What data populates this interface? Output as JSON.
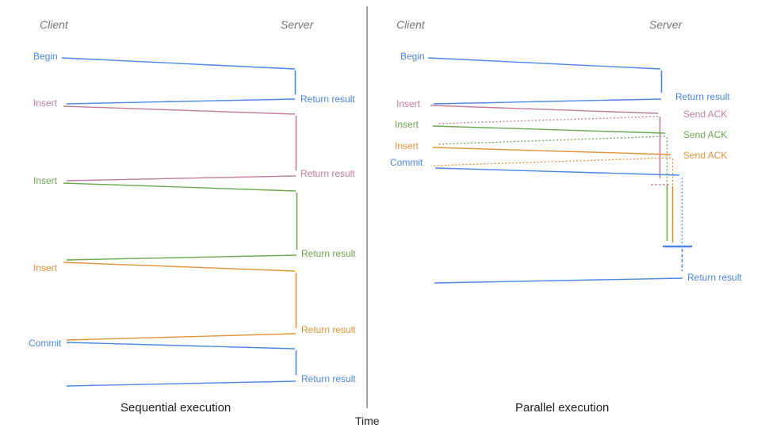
{
  "colors": {
    "blue": "#4a86e8",
    "magenta": "#c27ba0",
    "green": "#6aa84f",
    "orange": "#e69138",
    "gray": "#757575",
    "ink": "#1f1f1f",
    "axis": "#5f6368"
  },
  "diagram": {
    "time_axis": {
      "label": "Time"
    },
    "left": {
      "caption": "Sequential execution",
      "client_header": "Client",
      "server_header": "Server",
      "ops": [
        {
          "label": "Begin",
          "response": "Return result",
          "color": "blue"
        },
        {
          "label": "Insert",
          "response": "Return result",
          "color": "magenta"
        },
        {
          "label": "Insert",
          "response": "Return result",
          "color": "green"
        },
        {
          "label": "Insert",
          "response": "Return result",
          "color": "orange"
        },
        {
          "label": "Commit",
          "response": "Return result",
          "color": "blue"
        }
      ]
    },
    "right": {
      "caption": "Parallel execution",
      "client_header": "Client",
      "server_header": "Server",
      "ops": [
        {
          "label": "Begin",
          "response": "Return result",
          "color": "blue"
        },
        {
          "label": "Insert",
          "response": "Send ACK",
          "color": "magenta"
        },
        {
          "label": "Insert",
          "response": "Send ACK",
          "color": "green"
        },
        {
          "label": "Insert",
          "response": "Send ACK",
          "color": "orange"
        },
        {
          "label": "Commit",
          "color": "blue"
        }
      ],
      "final_response": "Return result"
    }
  }
}
